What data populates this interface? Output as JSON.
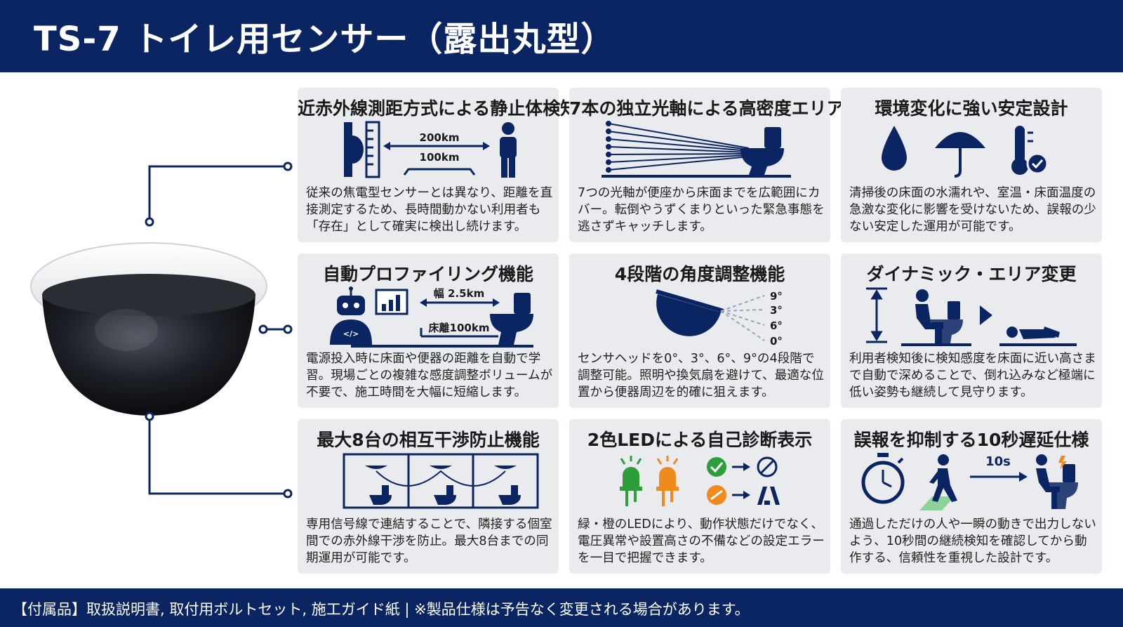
{
  "title": "TS-7 トイレ用センサー（露出丸型）",
  "footer": "【付属品】取扱説明書, 取付用ボルトセット, 施工ガイド紙 | ※製品仕様は予告なく変更される場合があります。",
  "colors": {
    "navy": "#0b2563",
    "card_bg": "#e9ebee",
    "green": "#2e9e3a",
    "orange": "#f08a1c"
  },
  "cards": [
    {
      "title": "近赤外線測距方式による静止体検知",
      "text": "従来の焦電型センサーとは異なり、距離を直接測定するため、長時間動かない利用者も「存在」として確実に検出し続けます。",
      "labels": [
        "200km",
        "100km"
      ],
      "icons": [
        "sensor-icon",
        "ruler-icon",
        "person-icon"
      ]
    },
    {
      "title": "7本の独立光軸による高密度エリア",
      "text": "7つの光軸が便座から床面までを広範囲にカバー。転倒やうずくまりといった緊急事態を逃さずキャッチします。",
      "icons": [
        "light-beams-icon",
        "toilet-icon"
      ]
    },
    {
      "title": "環境変化に強い安定設計",
      "text": "清掃後の床面の水濡れや、室温・床面温度の急激な変化に影響を受けないため、誤報の少ない安定した運用が可能です。",
      "icons": [
        "water-drop-icon",
        "umbrella-icon",
        "thermometer-check-icon"
      ]
    },
    {
      "title": "自動プロファイリング機能",
      "text": "電源投入時に床面や便器の距離を自動で学習。現場ごとの複雑な感度調整ボリュームが不要で、施工時間を大幅に短縮します。",
      "labels": [
        "幅 2.5km",
        "床離100km"
      ],
      "icons": [
        "robot-icon",
        "chart-icon",
        "toilet-icon"
      ]
    },
    {
      "title": "4段階の角度調整機能",
      "text": "センサヘッドを0°、3°、6°、9°の4段階で調整可能。照明や換気扇を避けて、最適な位置から便器周辺を的確に狙えます。",
      "labels": [
        "9°",
        "3°",
        "6°",
        "0°"
      ],
      "icons": [
        "sensor-head-icon"
      ]
    },
    {
      "title": "ダイナミック・エリア変更",
      "text": "利用者検知後に検知感度を床面に近い高さまで自動で深めることで、倒れ込みなど極端に低い姿勢も継続して見守ります。",
      "icons": [
        "height-arrow-icon",
        "seated-person-icon",
        "play-arrow-icon",
        "fallen-person-icon"
      ]
    },
    {
      "title": "最大8台の相互干渉防止機能",
      "text": "専用信号線で連結することで、隣接する個室間での赤外線干渉を防止。最大8台までの同期運用が可能です。",
      "icons": [
        "stall-sync-icon"
      ]
    },
    {
      "title": "2色LEDによる自己診断表示",
      "text": "緑・橙のLEDにより、動作状態だけでなく、電圧異常や設置高さの不備などの設定エラーを一目で把握できます。",
      "icons": [
        "green-led-icon",
        "orange-led-icon",
        "check-icon",
        "prohibit-icon",
        "no-icon",
        "error-icon"
      ]
    },
    {
      "title": "誤報を抑制する10秒遅延仕様",
      "text": "通過しただけの人や一瞬の動きで出力しないよう、10秒間の継続検知を確認してから動作する、信頼性を重視した設計です。",
      "labels": [
        "10s"
      ],
      "icons": [
        "stopwatch-icon",
        "walking-person-icon",
        "toilet-user-icon"
      ]
    }
  ]
}
